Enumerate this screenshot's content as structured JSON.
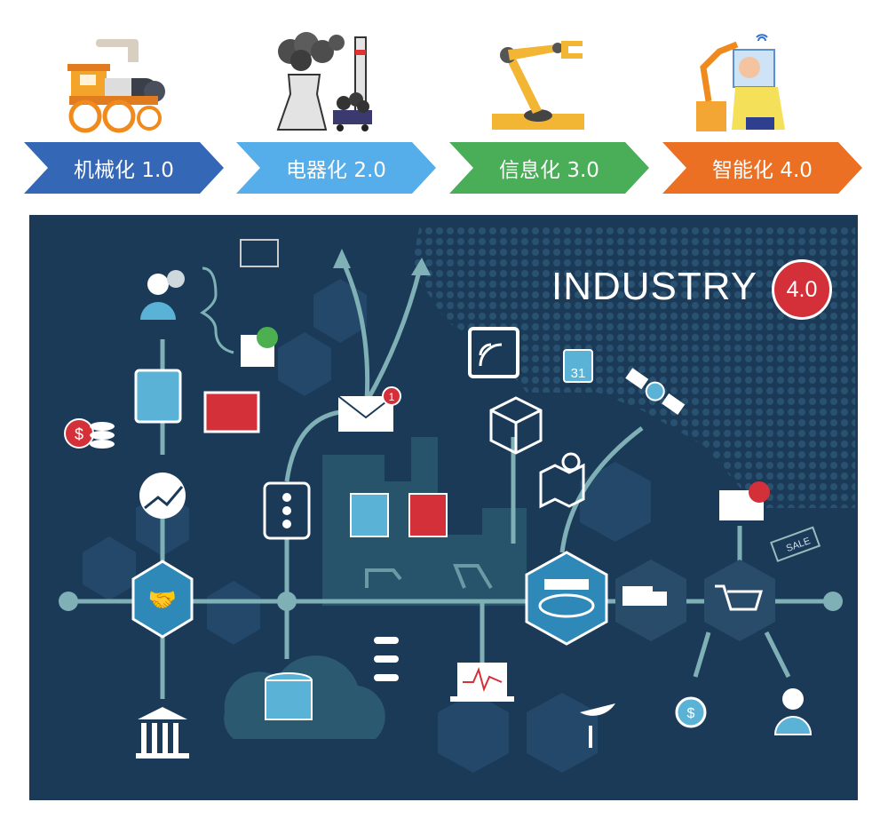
{
  "stages": [
    {
      "label": "机械化 1.0",
      "color": "#3467b6",
      "icon": "steam-locomotive-icon"
    },
    {
      "label": "电器化 2.0",
      "color": "#55ade9",
      "icon": "factory-smokestack-icon"
    },
    {
      "label": "信息化 3.0",
      "color": "#4aae58",
      "icon": "robot-arm-icon"
    },
    {
      "label": "智能化 4.0",
      "color": "#ec7024",
      "icon": "smart-robot-worker-icon"
    }
  ],
  "panel": {
    "title": "INDUSTRY",
    "version": "4.0",
    "mail_badge": "1",
    "calendar_day": "31",
    "sale_tag": "SALE",
    "coin_symbol": "$",
    "watch_symbol": "$",
    "colors": {
      "background": "#1b3a58",
      "accent_red": "#d33039",
      "line": "#7fb0b6",
      "icon_blue": "#5ab3d6"
    }
  }
}
